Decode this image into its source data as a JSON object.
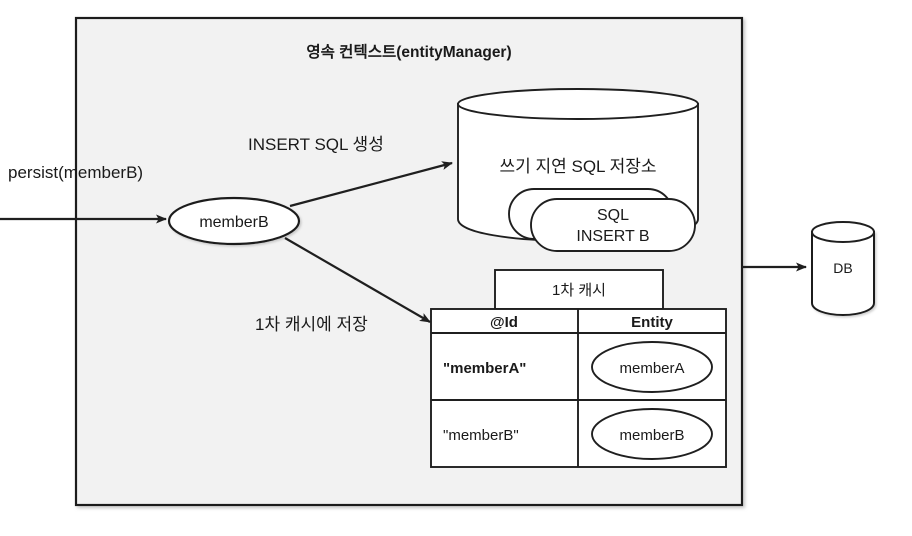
{
  "diagram": {
    "context_box": {
      "title": "영속 컨텍스트(entityManager)",
      "background_color": "#f2f2f2",
      "border_color": "#1f1f1f"
    },
    "incoming_call": {
      "label": "persist(memberB)"
    },
    "entity_node": {
      "label": "memberB"
    },
    "edges": [
      {
        "name": "insert-sql-edge",
        "label": "INSERT SQL 생성"
      },
      {
        "name": "first-cache-edge",
        "label": "1차 캐시에 저장"
      }
    ],
    "sql_store": {
      "title": "쓰기 지연 SQL 저장소",
      "entries": [
        {
          "line1": "",
          "line2": ""
        },
        {
          "line1": "SQL",
          "line2": "INSERT B"
        }
      ]
    },
    "first_cache": {
      "title": "1차 캐시",
      "columns": [
        "@Id",
        "Entity"
      ],
      "rows": [
        {
          "id": "\"memberA\"",
          "entity": "memberA",
          "bold": true
        },
        {
          "id": "\"memberB\"",
          "entity": "memberB",
          "bold": false
        }
      ]
    },
    "database": {
      "label": "DB"
    }
  }
}
